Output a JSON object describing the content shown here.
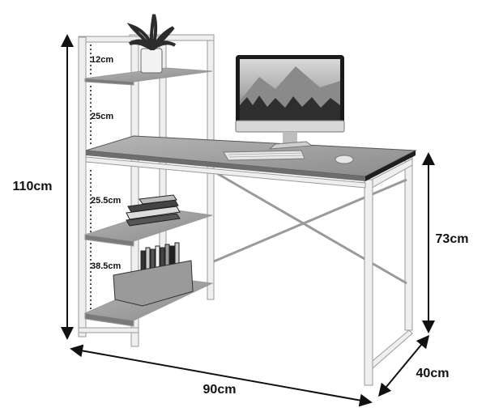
{
  "dimensions": {
    "overall_height": "110cm",
    "desk_height": "73cm",
    "width": "90cm",
    "depth": "40cm"
  },
  "shelf_gaps": [
    "12cm",
    "25cm",
    "25.5cm",
    "38.5cm"
  ],
  "colors": {
    "frame": "#e8e8e8",
    "wood_top": "#8f8f8f",
    "wood_edge": "#2a2a2a",
    "arrow": "#111111"
  }
}
